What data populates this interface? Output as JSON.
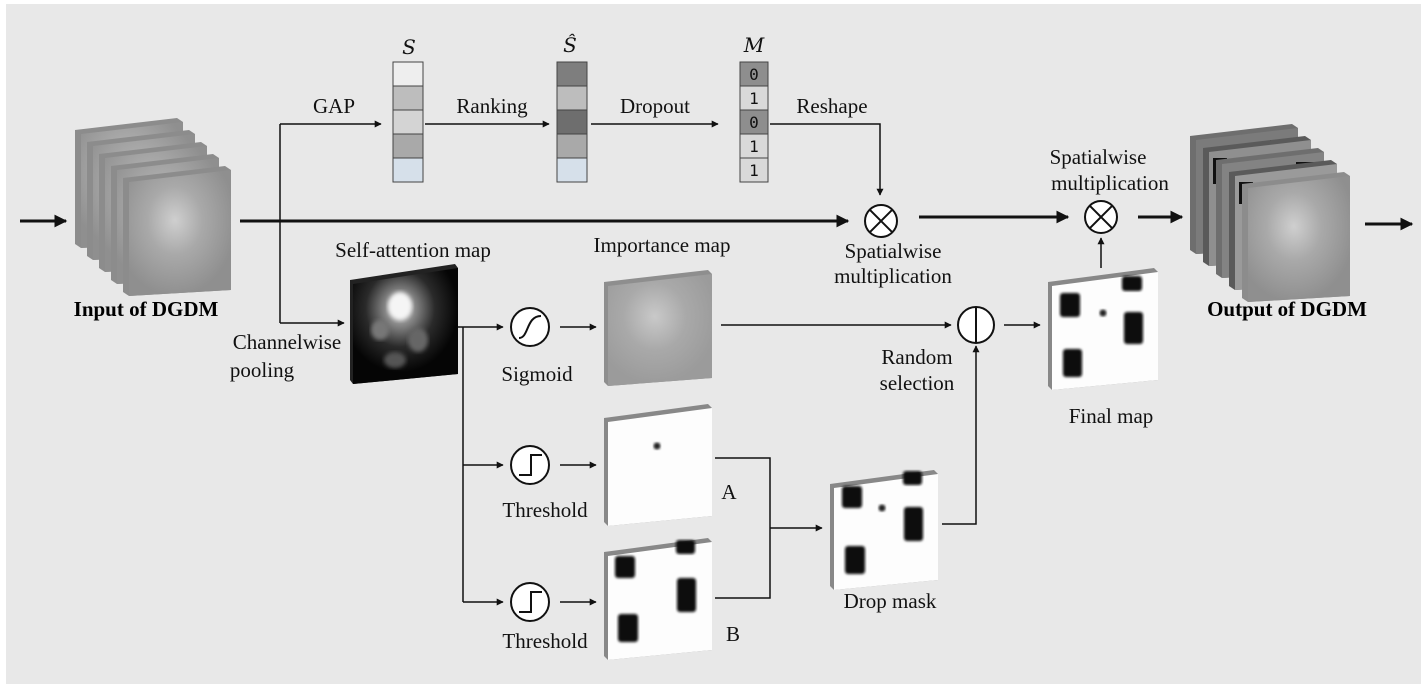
{
  "labels": {
    "input": "Input of DGDM",
    "output": "Output of DGDM",
    "gap": "GAP",
    "ranking": "Ranking",
    "dropout": "Dropout",
    "reshape": "Reshape",
    "self_attention_map": "Self-attention map",
    "importance_map": "Importance map",
    "channelwise_pooling_1": "Channelwise",
    "channelwise_pooling_2": "pooling",
    "sigmoid": "Sigmoid",
    "threshold_a": "Threshold",
    "threshold_b": "Threshold",
    "mask_a": "A",
    "mask_b": "B",
    "drop_mask": "Drop mask",
    "random_selection_1": "Random",
    "random_selection_2": "selection",
    "final_map": "Final map",
    "spatial_mult_mid_1": "Spatialwise",
    "spatial_mult_mid_2": "multiplication",
    "spatial_mult_top_1": "Spatialwise",
    "spatial_mult_top_2": "multiplication"
  },
  "vectors": {
    "s": {
      "symbol": "S",
      "cells": [
        "#eeeeee",
        "#bdbdbd",
        "#d4d4d4",
        "#a9a9a9",
        "#d6e0ea"
      ]
    },
    "s_hat": {
      "symbol": "Ŝ",
      "cells": [
        "#7e7e7e",
        "#bdbdbd",
        "#6e6e6e",
        "#a9a9a9",
        "#d6e0ea"
      ]
    },
    "m": {
      "symbol": "M",
      "values": [
        "0",
        "1",
        "0",
        "1",
        "1"
      ],
      "cells": [
        "#8e8e8e",
        "#d9d9d9",
        "#8e8e8e",
        "#d9d9d9",
        "#d9d9d9"
      ]
    }
  },
  "colors": {
    "background": "#e8e8e8",
    "arrow": "#111111",
    "feature_map": "#9a9a9a"
  }
}
